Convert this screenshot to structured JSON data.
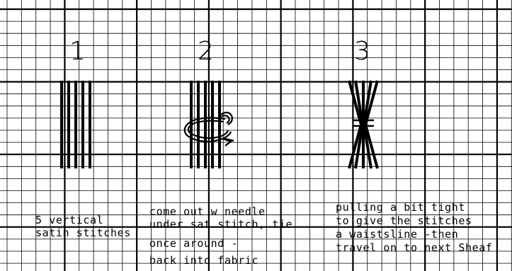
{
  "steps": [
    {
      "number": "1",
      "caption_lines": [
        "5 vertical",
        "satin stitches"
      ]
    },
    {
      "number": "2",
      "caption_lines": [
        "come out w needle",
        "under sat stitch, tie",
        "once around -",
        "back into fabric"
      ]
    },
    {
      "number": "3",
      "caption_lines": [
        "pulling a bit tight",
        "to give the stitches",
        "a waistsline -then",
        "travel on to next Sheaf"
      ]
    }
  ],
  "colors": {
    "background": "#ffffff",
    "grid_line": "#000000",
    "ink": "#000000"
  }
}
